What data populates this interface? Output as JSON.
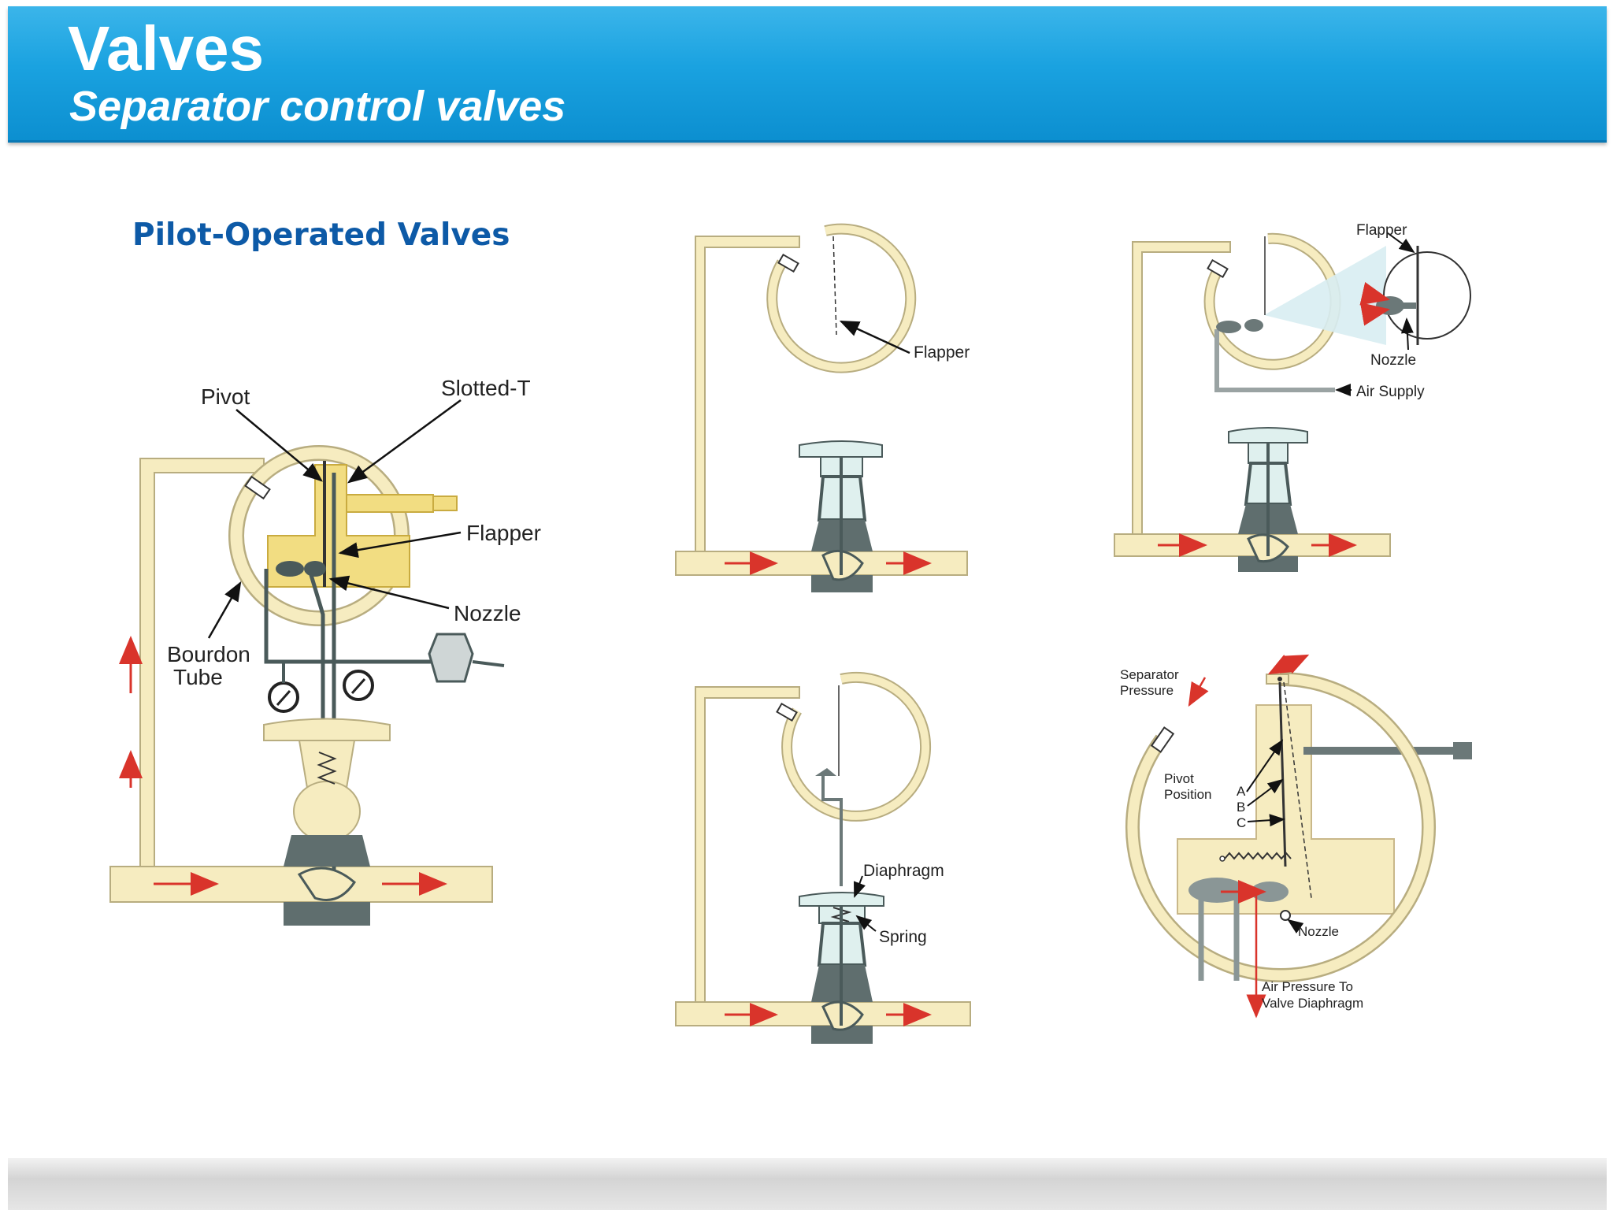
{
  "header": {
    "title": "Valves",
    "subtitle": "Separator control valves"
  },
  "section_title": "Pilot-Operated Valves",
  "diagram_main": {
    "pivot": "Pivot",
    "slotted_t": "Slotted-T",
    "flapper": "Flapper",
    "nozzle": "Nozzle",
    "bourdon_line1": "Bourdon",
    "bourdon_line2": "Tube"
  },
  "diagram_b": {
    "flapper": "Flapper"
  },
  "diagram_c": {
    "flapper": "Flapper",
    "nozzle": "Nozzle",
    "air_supply": "Air Supply"
  },
  "diagram_d": {
    "diaphragm": "Diaphragm",
    "spring": "Spring"
  },
  "diagram_e": {
    "sep_line1": "Separator",
    "sep_line2": "Pressure",
    "pivot_line1": "Pivot",
    "pivot_line2": "Position",
    "a": "A",
    "b": "B",
    "c": "C",
    "nozzle": "Nozzle",
    "air_line1": "Air Pressure To",
    "air_line2": "Valve Diaphragm"
  },
  "colors": {
    "header": "#1aa2e0",
    "section": "#0d5aa7",
    "pipe": "#f6ecc0",
    "body": "#4a5a5a",
    "arrow": "#d9342b"
  }
}
